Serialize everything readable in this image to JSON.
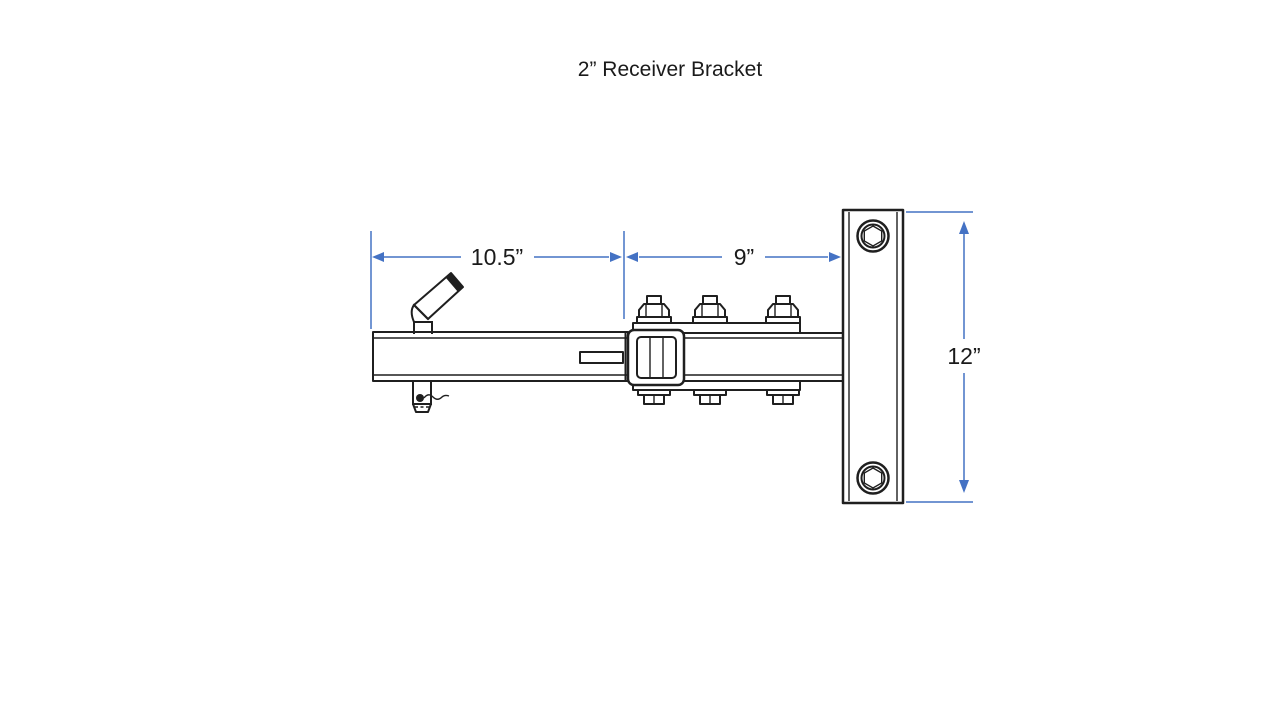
{
  "title": "2” Receiver Bracket",
  "dimensions": {
    "tongue_length_label": "10.5”",
    "receiver_length_label": "9”",
    "upright_height_label": "12”"
  },
  "colors": {
    "line": "#1f1f1f",
    "dimension_line": "#4472c4",
    "background": "#ffffff"
  }
}
